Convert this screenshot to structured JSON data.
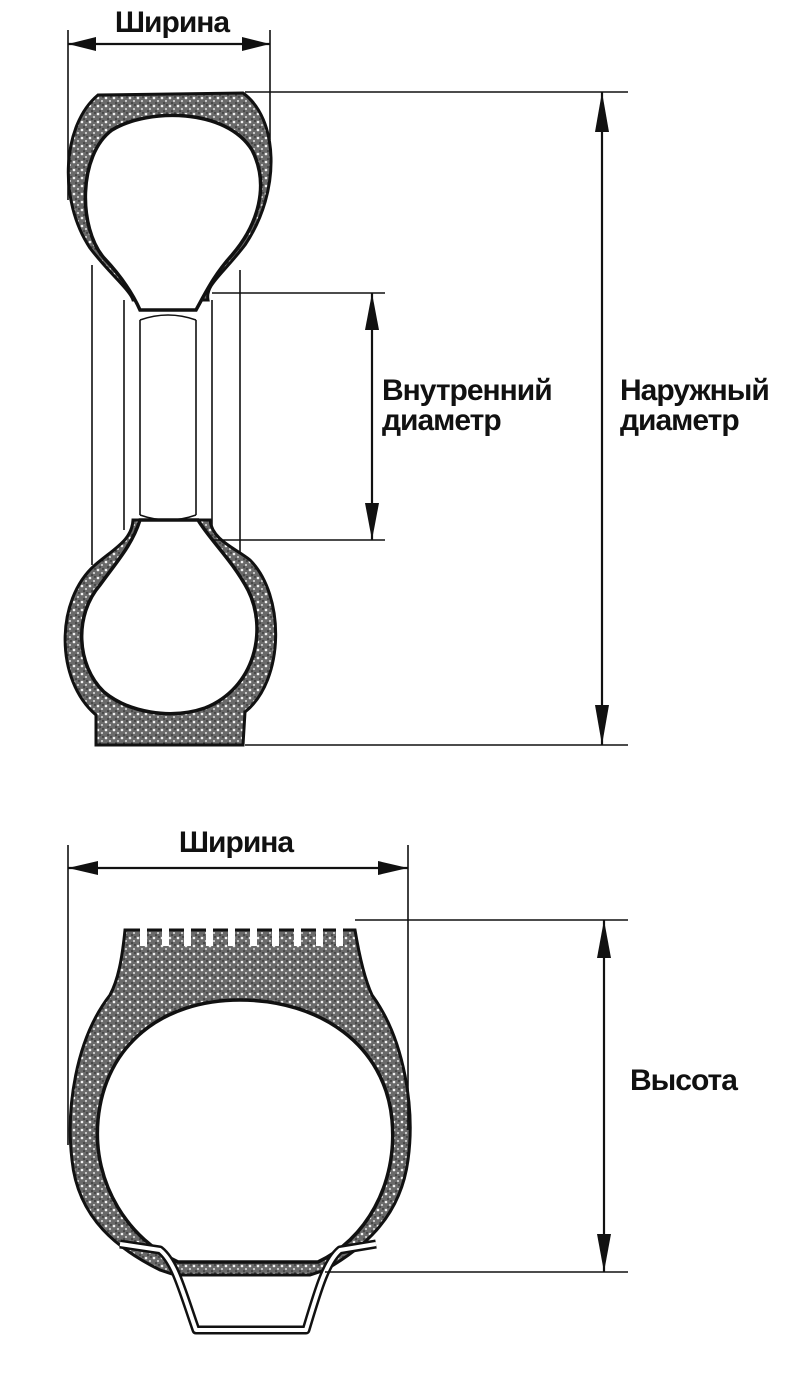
{
  "top_view": {
    "width_label": "Ширина",
    "inner_diameter_label": [
      "Внутренний",
      "диаметр"
    ],
    "outer_diameter_label": [
      "Наружный",
      "диаметр"
    ]
  },
  "profile_view": {
    "width_label": "Ширина",
    "height_label": "Высота"
  },
  "colors": {
    "ink": "#111111",
    "rubber": "#555555",
    "background": "#ffffff"
  }
}
